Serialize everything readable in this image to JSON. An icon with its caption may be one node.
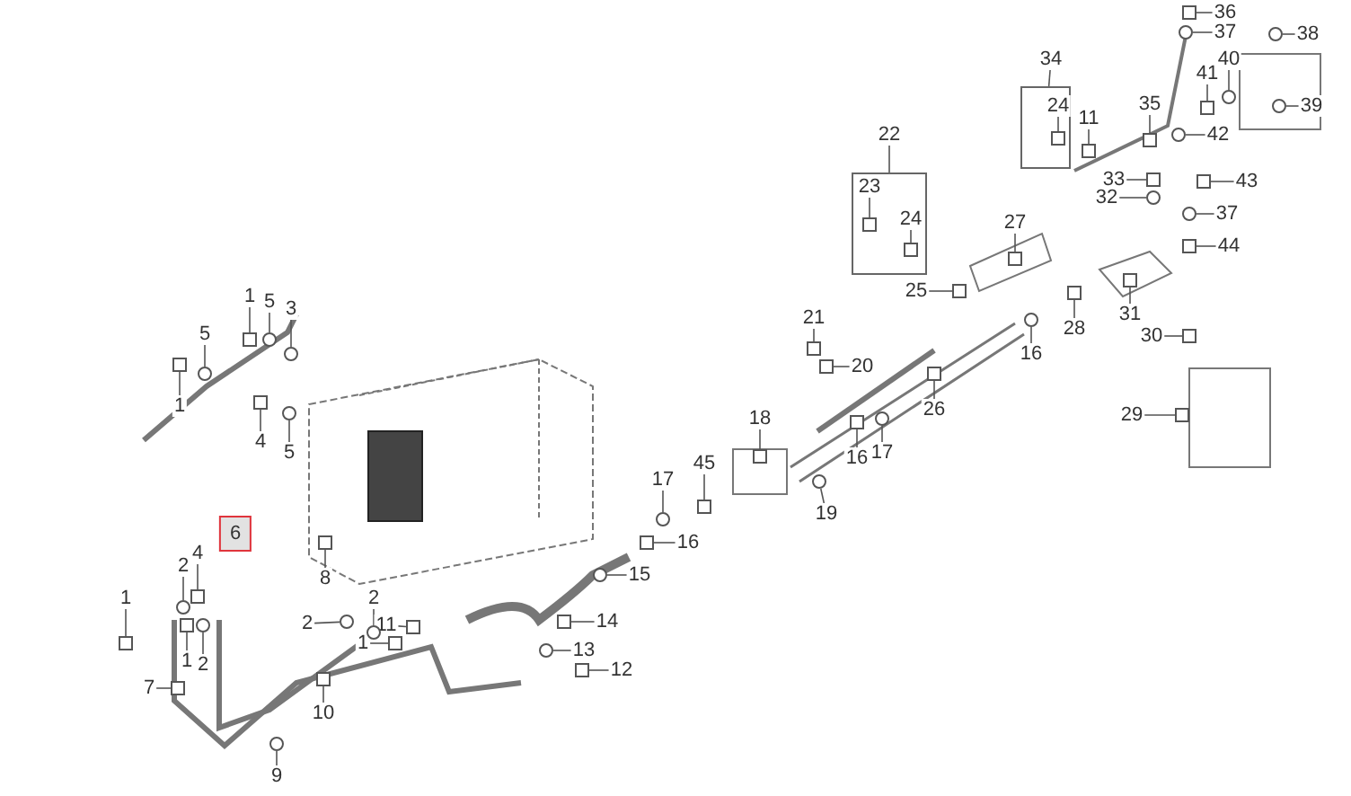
{
  "diagram": {
    "nodes": [
      {
        "text": [
          "36"
        ]
      },
      {
        "text": [
          "37"
        ]
      },
      {
        "text": [
          "38"
        ]
      },
      {
        "text": [
          "34"
        ]
      },
      {
        "text": [],
        "shape": "box"
      },
      {
        "text": [
          "24"
        ],
        "in": 4
      },
      {
        "text": [
          "11"
        ]
      },
      {
        "text": [
          "40"
        ]
      },
      {
        "text": [
          "41"
        ]
      },
      {
        "text": [
          "35"
        ]
      },
      {
        "text": [
          "39"
        ]
      },
      {
        "text": [
          "22"
        ]
      },
      {
        "text": [],
        "shape": "box"
      },
      {
        "text": [
          "23"
        ],
        "in": 12
      },
      {
        "text": [
          "24"
        ],
        "in": 12
      },
      {
        "text": [
          "42"
        ]
      },
      {
        "text": [
          "33"
        ]
      },
      {
        "text": [
          "43"
        ]
      },
      {
        "text": [
          "32"
        ]
      },
      {
        "text": [
          "37"
        ]
      },
      {
        "text": [
          "27"
        ]
      },
      {
        "text": [
          "44"
        ]
      },
      {
        "text": [
          "25"
        ]
      },
      {
        "text": [
          "1"
        ]
      },
      {
        "text": [
          "5"
        ]
      },
      {
        "text": [
          "3"
        ]
      },
      {
        "text": [
          "21"
        ]
      },
      {
        "text": [
          "31"
        ]
      },
      {
        "text": [
          "5"
        ]
      },
      {
        "text": [
          "28"
        ]
      },
      {
        "text": [
          "30"
        ]
      },
      {
        "text": [
          "16"
        ]
      },
      {
        "text": [
          "20"
        ]
      },
      {
        "text": [
          "1"
        ]
      },
      {
        "text": [
          "26"
        ]
      },
      {
        "text": [
          "29"
        ]
      },
      {
        "text": [
          "18"
        ]
      },
      {
        "text": [
          "4"
        ]
      },
      {
        "text": [
          "5"
        ]
      },
      {
        "text": [
          "16"
        ]
      },
      {
        "text": [
          "17"
        ]
      },
      {
        "text": [
          "17"
        ]
      },
      {
        "text": [
          "45"
        ]
      },
      {
        "text": [
          "19"
        ]
      },
      {
        "text": [
          "6"
        ]
      },
      {
        "text": [
          "16"
        ]
      },
      {
        "text": [
          "4"
        ]
      },
      {
        "text": [
          "2"
        ]
      },
      {
        "text": [
          "8"
        ]
      },
      {
        "text": [
          "15"
        ]
      },
      {
        "text": [
          "1"
        ]
      },
      {
        "text": [
          "2"
        ]
      },
      {
        "text": [
          "2"
        ]
      },
      {
        "text": [
          "14"
        ]
      },
      {
        "text": [
          "11"
        ]
      },
      {
        "text": [
          "1"
        ]
      },
      {
        "text": [
          "13"
        ]
      },
      {
        "text": [
          "1"
        ]
      },
      {
        "text": [
          "2"
        ]
      },
      {
        "text": [
          "12"
        ]
      },
      {
        "text": [
          "7"
        ]
      },
      {
        "text": [
          "10"
        ]
      },
      {
        "text": [
          "9"
        ]
      },
      {
        "text": [],
        "shape": "box"
      },
      {
        "text": [],
        "shape": "circle"
      },
      {
        "text": [],
        "shape": "circle"
      },
      {
        "text": [],
        "shape": "box",
        "in": 4
      },
      {
        "text": [],
        "shape": "box"
      },
      {
        "text": [],
        "shape": "circle"
      },
      {
        "text": [],
        "shape": "box"
      },
      {
        "text": [],
        "shape": "box"
      },
      {
        "text": [],
        "shape": "circle"
      },
      {
        "text": [],
        "shape": "box",
        "in": 12
      },
      {
        "text": [],
        "shape": "box",
        "in": 12
      },
      {
        "text": [],
        "shape": "circle"
      },
      {
        "text": [],
        "shape": "box"
      },
      {
        "text": [],
        "shape": "box"
      },
      {
        "text": [],
        "shape": "circle"
      },
      {
        "text": [],
        "shape": "circle"
      },
      {
        "text": [],
        "shape": "box"
      },
      {
        "text": [],
        "shape": "box"
      },
      {
        "text": [],
        "shape": "box"
      },
      {
        "text": [],
        "shape": "box"
      },
      {
        "text": [],
        "shape": "circle"
      },
      {
        "text": [],
        "shape": "circle"
      },
      {
        "text": [],
        "shape": "box"
      },
      {
        "text": [],
        "shape": "box"
      },
      {
        "text": [],
        "shape": "circle"
      },
      {
        "text": [],
        "shape": "box"
      },
      {
        "text": [],
        "shape": "box"
      },
      {
        "text": [],
        "shape": "circle"
      },
      {
        "text": [],
        "shape": "box"
      },
      {
        "text": [],
        "shape": "box"
      },
      {
        "text": [],
        "shape": "box"
      },
      {
        "text": [],
        "shape": "box"
      },
      {
        "text": [],
        "shape": "box"
      },
      {
        "text": [],
        "shape": "box"
      },
      {
        "text": [],
        "shape": "circle"
      },
      {
        "text": [],
        "shape": "box"
      },
      {
        "text": [],
        "shape": "circle"
      },
      {
        "text": [],
        "shape": "circle"
      },
      {
        "text": [],
        "shape": "box"
      },
      {
        "text": [],
        "shape": "circle"
      },
      {
        "text": [],
        "shape": "box"
      },
      {
        "text": [],
        "shape": "box"
      },
      {
        "text": [],
        "shape": "circle"
      },
      {
        "text": [],
        "shape": "box"
      },
      {
        "text": [],
        "shape": "circle"
      },
      {
        "text": [],
        "shape": "box"
      },
      {
        "text": [],
        "shape": "circle"
      },
      {
        "text": [],
        "shape": "circle"
      },
      {
        "text": [],
        "shape": "box"
      },
      {
        "text": [],
        "shape": "box"
      },
      {
        "text": [],
        "shape": "box"
      },
      {
        "text": [],
        "shape": "circle"
      },
      {
        "text": [],
        "shape": "box"
      },
      {
        "text": [],
        "shape": "circle"
      },
      {
        "text": [],
        "shape": "box"
      },
      {
        "text": [],
        "shape": "box"
      },
      {
        "text": [],
        "shape": "box"
      },
      {
        "text": [],
        "shape": "circle"
      }
    ],
    "edges": [
      {
        "from": 0,
        "to": 63,
        "arrow": "none"
      },
      {
        "from": 1,
        "to": 64,
        "arrow": "none"
      },
      {
        "from": 2,
        "to": 65,
        "arrow": "none"
      },
      {
        "from": 3,
        "to": 4,
        "arrow": "none"
      },
      {
        "from": 5,
        "to": 66,
        "arrow": "none"
      },
      {
        "from": 6,
        "to": 67,
        "arrow": "none"
      },
      {
        "from": 7,
        "to": 68,
        "arrow": "none"
      },
      {
        "from": 8,
        "to": 69,
        "arrow": "none"
      },
      {
        "from": 9,
        "to": 70,
        "arrow": "none"
      },
      {
        "from": 10,
        "to": 71,
        "arrow": "none"
      },
      {
        "from": 11,
        "to": 12,
        "arrow": "none"
      },
      {
        "from": 13,
        "to": 72,
        "arrow": "none"
      },
      {
        "from": 14,
        "to": 73,
        "arrow": "none"
      },
      {
        "from": 15,
        "to": 74,
        "arrow": "none"
      },
      {
        "from": 16,
        "to": 75,
        "arrow": "none"
      },
      {
        "from": 17,
        "to": 76,
        "arrow": "none"
      },
      {
        "from": 18,
        "to": 77,
        "arrow": "none"
      },
      {
        "from": 19,
        "to": 78,
        "arrow": "none"
      },
      {
        "from": 20,
        "to": 79,
        "arrow": "none"
      },
      {
        "from": 21,
        "to": 80,
        "arrow": "none"
      },
      {
        "from": 22,
        "to": 81,
        "arrow": "none"
      },
      {
        "from": 23,
        "to": 82,
        "arrow": "none"
      },
      {
        "from": 24,
        "to": 83,
        "arrow": "none"
      },
      {
        "from": 25,
        "to": 84,
        "arrow": "none"
      },
      {
        "from": 26,
        "to": 85,
        "arrow": "none"
      },
      {
        "from": 27,
        "to": 86,
        "arrow": "none"
      },
      {
        "from": 28,
        "to": 87,
        "arrow": "none"
      },
      {
        "from": 29,
        "to": 88,
        "arrow": "none"
      },
      {
        "from": 30,
        "to": 89,
        "arrow": "none"
      },
      {
        "from": 31,
        "to": 90,
        "arrow": "none"
      },
      {
        "from": 32,
        "to": 91,
        "arrow": "none"
      },
      {
        "from": 33,
        "to": 92,
        "arrow": "none"
      },
      {
        "from": 34,
        "to": 93,
        "arrow": "none"
      },
      {
        "from": 35,
        "to": 94,
        "arrow": "none"
      },
      {
        "from": 36,
        "to": 95,
        "arrow": "none"
      },
      {
        "from": 37,
        "to": 96,
        "arrow": "none"
      },
      {
        "from": 38,
        "to": 97,
        "arrow": "none"
      },
      {
        "from": 39,
        "to": 98,
        "arrow": "none"
      },
      {
        "from": 40,
        "to": 99,
        "arrow": "none"
      },
      {
        "from": 41,
        "to": 100,
        "arrow": "none"
      },
      {
        "from": 42,
        "to": 101,
        "arrow": "none"
      },
      {
        "from": 43,
        "to": 102,
        "arrow": "none"
      },
      {
        "from": 45,
        "to": 103,
        "arrow": "none"
      },
      {
        "from": 46,
        "to": 104,
        "arrow": "none"
      },
      {
        "from": 47,
        "to": 105,
        "arrow": "none"
      },
      {
        "from": 48,
        "to": 106,
        "arrow": "none"
      },
      {
        "from": 49,
        "to": 107,
        "arrow": "none"
      },
      {
        "from": 50,
        "to": 108,
        "arrow": "none"
      },
      {
        "from": 51,
        "to": 109,
        "arrow": "none"
      },
      {
        "from": 52,
        "to": 110,
        "arrow": "none"
      },
      {
        "from": 53,
        "to": 111,
        "arrow": "none"
      },
      {
        "from": 54,
        "to": 112,
        "arrow": "none"
      },
      {
        "from": 55,
        "to": 113,
        "arrow": "none"
      },
      {
        "from": 56,
        "to": 114,
        "arrow": "none"
      },
      {
        "from": 57,
        "to": 115,
        "arrow": "none"
      },
      {
        "from": 58,
        "to": 116,
        "arrow": "none"
      },
      {
        "from": 59,
        "to": 117,
        "arrow": "none"
      },
      {
        "from": 60,
        "to": 118,
        "arrow": "none"
      },
      {
        "from": 61,
        "to": 119,
        "arrow": "none"
      },
      {
        "from": 62,
        "to": 120,
        "arrow": "none"
      }
    ]
  }
}
